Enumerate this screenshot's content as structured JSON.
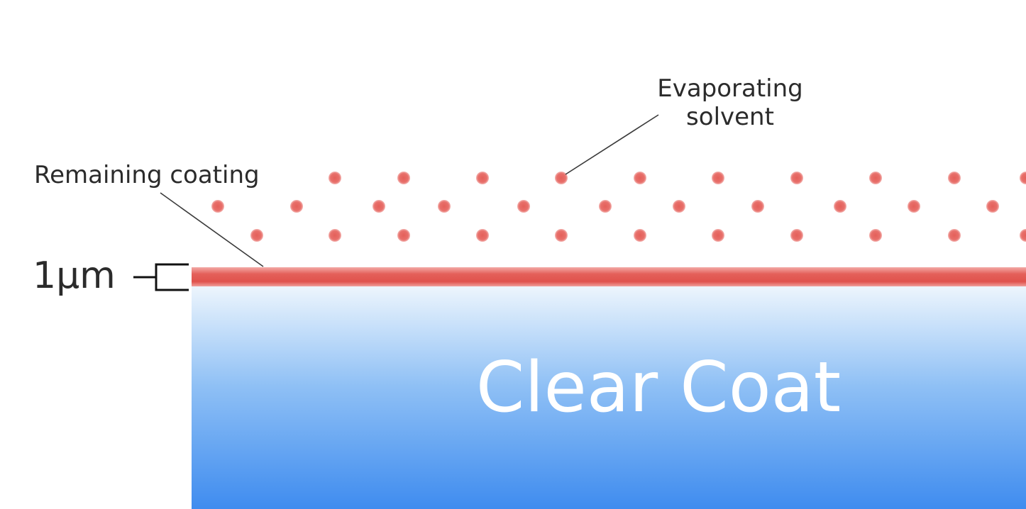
{
  "labels": {
    "remaining_coating": "Remaining coating",
    "evaporating_solvent_line1": "Evaporating",
    "evaporating_solvent_line2": "solvent",
    "thickness": "1µm",
    "clear_coat": "Clear Coat"
  },
  "colors": {
    "coating_layer": "#e4605a",
    "solvent_dot": "#e66a66",
    "clear_coat_top": "#eaf3fc",
    "clear_coat_bottom": "#418ef0",
    "text": "#2b2b2b",
    "leader_line": "#3a3a3a"
  }
}
